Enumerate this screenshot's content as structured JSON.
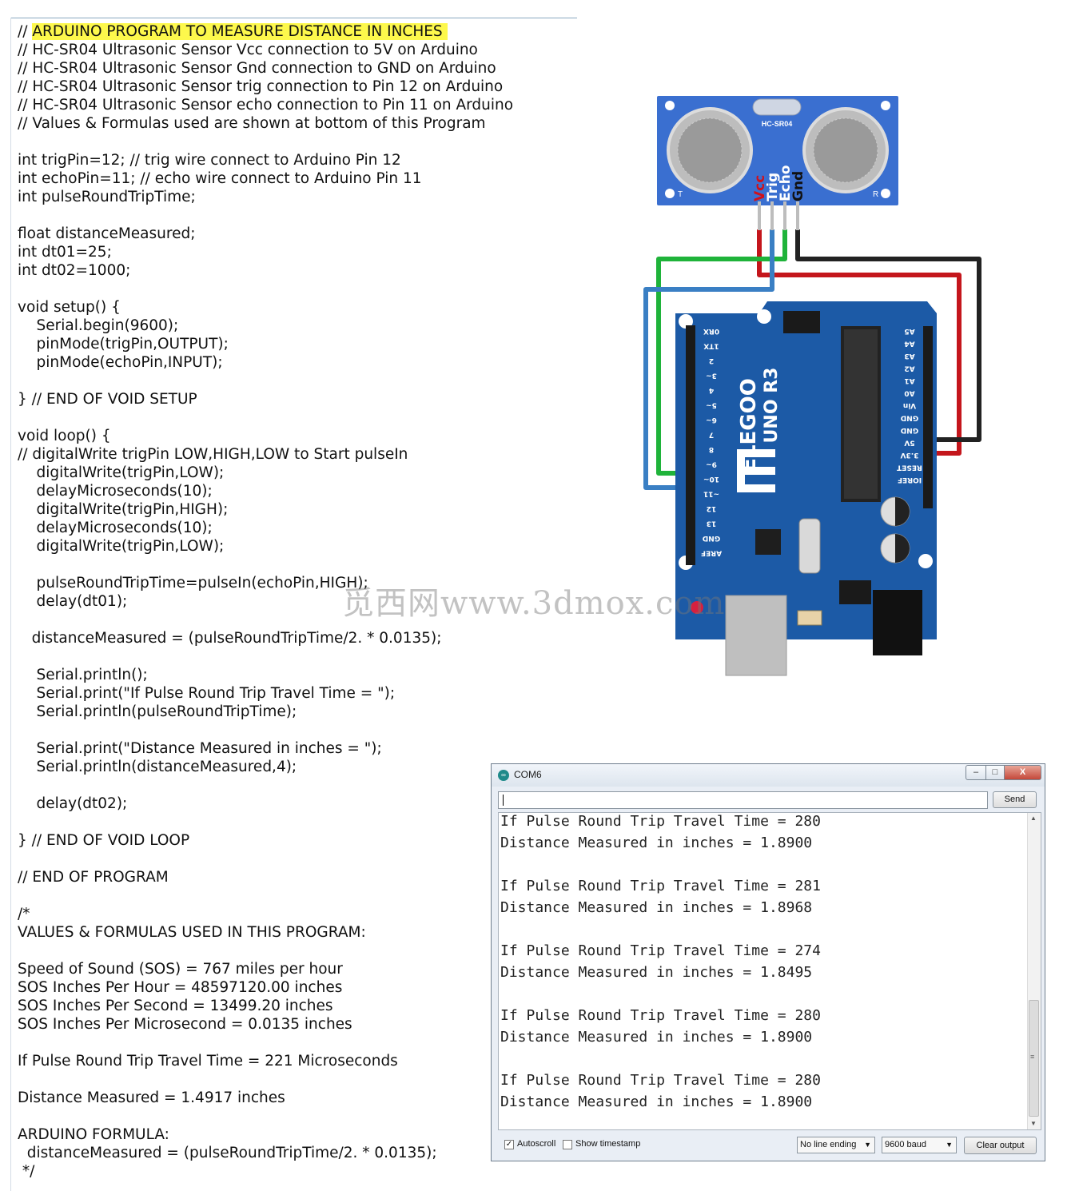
{
  "code_lines": [
    {
      "text": "// ",
      "highlight": "ARDUINO PROGRAM TO MEASURE DISTANCE IN INCHES "
    },
    {
      "text": "// HC-SR04 Ultrasonic Sensor Vcc connection to 5V on Arduino"
    },
    {
      "text": "// HC-SR04 Ultrasonic Sensor Gnd connection to GND on Arduino"
    },
    {
      "text": "// HC-SR04 Ultrasonic Sensor trig connection to Pin 12 on Arduino"
    },
    {
      "text": "// HC-SR04 Ultrasonic Sensor echo connection to Pin 11 on Arduino"
    },
    {
      "text": "// Values & Formulas used are shown at bottom of this Program"
    },
    {
      "text": ""
    },
    {
      "text": "int trigPin=12; // trig wire connect to Arduino Pin 12"
    },
    {
      "text": "int echoPin=11; // echo wire connect to Arduino Pin 11"
    },
    {
      "text": "int pulseRoundTripTime;"
    },
    {
      "text": ""
    },
    {
      "text": "float distanceMeasured;"
    },
    {
      "text": "int dt01=25;"
    },
    {
      "text": "int dt02=1000;"
    },
    {
      "text": ""
    },
    {
      "text": "void setup() {"
    },
    {
      "text": "    Serial.begin(9600);"
    },
    {
      "text": "    pinMode(trigPin,OUTPUT);"
    },
    {
      "text": "    pinMode(echoPin,INPUT);"
    },
    {
      "text": ""
    },
    {
      "text": "} // END OF VOID SETUP"
    },
    {
      "text": ""
    },
    {
      "text": "void loop() {"
    },
    {
      "text": "// digitalWrite trigPin LOW,HIGH,LOW to Start pulseIn"
    },
    {
      "text": "    digitalWrite(trigPin,LOW);"
    },
    {
      "text": "    delayMicroseconds(10);"
    },
    {
      "text": "    digitalWrite(trigPin,HIGH);"
    },
    {
      "text": "    delayMicroseconds(10);"
    },
    {
      "text": "    digitalWrite(trigPin,LOW);"
    },
    {
      "text": ""
    },
    {
      "text": "    pulseRoundTripTime=pulseIn(echoPin,HIGH);"
    },
    {
      "text": "    delay(dt01);"
    },
    {
      "text": ""
    },
    {
      "text": "   distanceMeasured = (pulseRoundTripTime/2. * 0.0135);"
    },
    {
      "text": ""
    },
    {
      "text": "    Serial.println();"
    },
    {
      "text": "    Serial.print(\"If Pulse Round Trip Travel Time = \");"
    },
    {
      "text": "    Serial.println(pulseRoundTripTime);"
    },
    {
      "text": ""
    },
    {
      "text": "    Serial.print(\"Distance Measured in inches = \");"
    },
    {
      "text": "    Serial.println(distanceMeasured,4);"
    },
    {
      "text": ""
    },
    {
      "text": "    delay(dt02);"
    },
    {
      "text": ""
    },
    {
      "text": "} // END OF VOID LOOP"
    },
    {
      "text": ""
    },
    {
      "text": "// END OF PROGRAM"
    },
    {
      "text": ""
    },
    {
      "text": "/*"
    },
    {
      "text": "VALUES & FORMULAS USED IN THIS PROGRAM:"
    },
    {
      "text": ""
    },
    {
      "text": "Speed of Sound (SOS) = 767 miles per hour"
    },
    {
      "text": "SOS Inches Per Hour = 48597120.00 inches"
    },
    {
      "text": "SOS Inches Per Second = 13499.20 inches"
    },
    {
      "text": "SOS Inches Per Microsecond = 0.0135 inches"
    },
    {
      "text": ""
    },
    {
      "text": "If Pulse Round Trip Travel Time = 221 Microseconds"
    },
    {
      "text": ""
    },
    {
      "text": "Distance Measured = 1.4917 inches"
    },
    {
      "text": ""
    },
    {
      "text": "ARDUINO FORMULA:"
    },
    {
      "text": "  distanceMeasured = (pulseRoundTripTime/2. * 0.0135);"
    },
    {
      "text": " */"
    }
  ],
  "diagram": {
    "sensor_model": "HC-SR04",
    "sensor_pins": [
      "Vcc",
      "Trig",
      "Echo",
      "Gnd"
    ],
    "sensor_corner_left": "T",
    "sensor_corner_right": "R",
    "board_brand": "ELEGOO",
    "board_model": "UNO R3",
    "left_header_labels": [
      "0RX",
      "1TX",
      "2",
      "3~",
      "4",
      "5~",
      "6~",
      "7",
      "8",
      "9~",
      "10~",
      "~11",
      "12",
      "13",
      "GND",
      "AREF"
    ],
    "right_header_labels": [
      "A5",
      "A4",
      "A3",
      "A2",
      "A1",
      "A0",
      "Vin",
      "GND",
      "GND",
      "5V",
      "3.3V",
      "RESET",
      "IOREF"
    ],
    "colors": {
      "board": "#1c5aa6",
      "vcc_wire": "#c4161c",
      "trig_wire": "#3a7fc4",
      "echo_wire": "#1fb33a",
      "gnd_wire": "#222222",
      "sensor": "#3a6fd0"
    }
  },
  "serial_monitor": {
    "title": "COM6",
    "window_buttons": {
      "minimize": "–",
      "maximize": "□",
      "close": "X"
    },
    "input_value": "",
    "send_label": "Send",
    "output_lines": [
      "If Pulse Round Trip Travel Time = 280",
      "Distance Measured in inches = 1.8900",
      "",
      "If Pulse Round Trip Travel Time = 281",
      "Distance Measured in inches = 1.8968",
      "",
      "If Pulse Round Trip Travel Time = 274",
      "Distance Measured in inches = 1.8495",
      "",
      "If Pulse Round Trip Travel Time = 280",
      "Distance Measured in inches = 1.8900",
      "",
      "If Pulse Round Trip Travel Time = 280",
      "Distance Measured in inches = 1.8900"
    ],
    "autoscroll_label": "Autoscroll",
    "autoscroll_checked": true,
    "timestamp_label": "Show timestamp",
    "timestamp_checked": false,
    "line_ending": "No line ending",
    "baud_rate": "9600 baud",
    "clear_label": "Clear output"
  },
  "watermark": "觅西网www.3dmox.com"
}
